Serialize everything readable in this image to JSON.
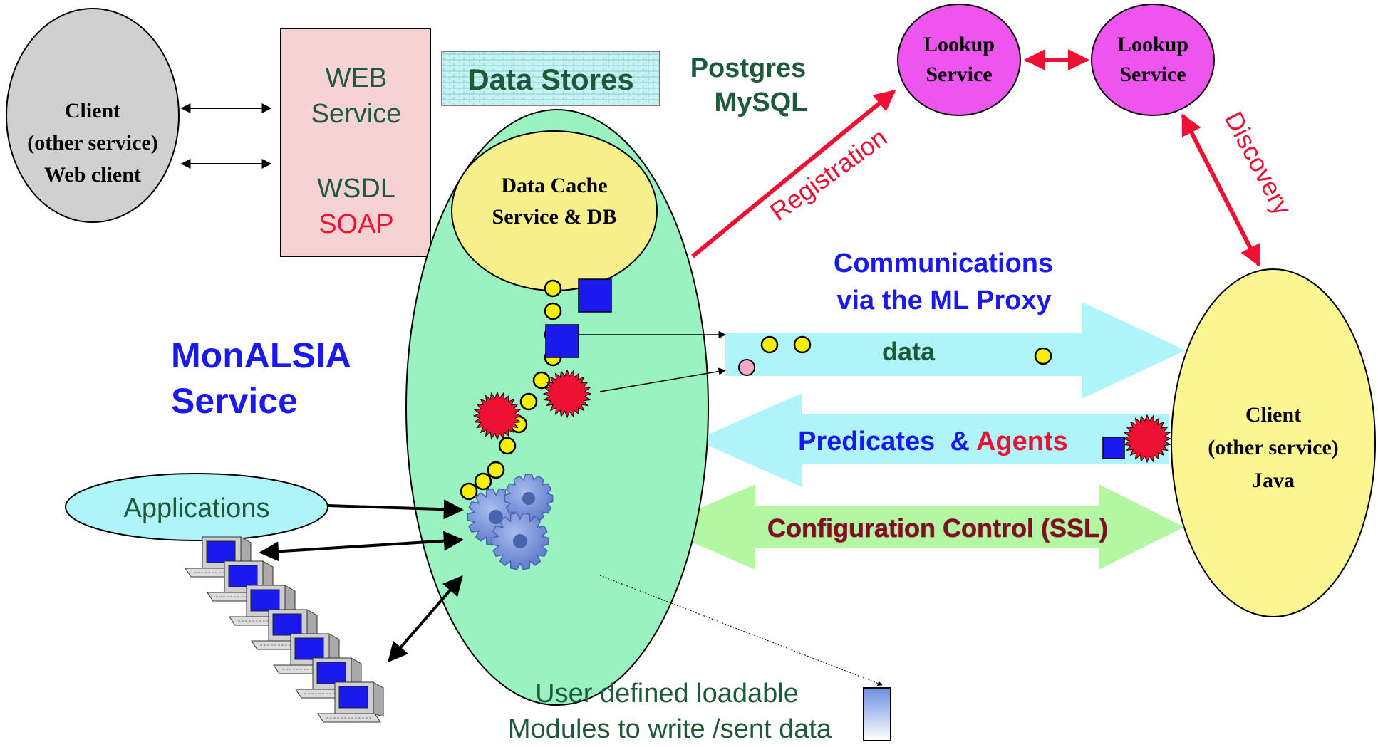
{
  "client_left": {
    "line1": "Client",
    "line2": "(other service)",
    "line3": "Web client"
  },
  "web_service": {
    "line1": "WEB",
    "line2": "Service",
    "line3": "WSDL",
    "line4": "SOAP"
  },
  "data_stores": {
    "label": "Data Stores"
  },
  "databases": {
    "line1": "Postgres",
    "line2": "MySQL"
  },
  "lookup_1": {
    "line1": "Lookup",
    "line2": "Service"
  },
  "lookup_2": {
    "line1": "Lookup",
    "line2": "Service"
  },
  "registration": {
    "label": "Registration"
  },
  "discovery": {
    "label": "Discovery"
  },
  "data_cache": {
    "line1": "Data Cache",
    "line2": "Service & DB"
  },
  "monalisa": {
    "line1": "MonALSIA",
    "line2": "Service"
  },
  "communications": {
    "line1": "Communications",
    "line2": "via the  ML Proxy"
  },
  "data_arrow": {
    "label": "data"
  },
  "predicates": {
    "part1": "Predicates  & ",
    "part2": "Agents"
  },
  "config_control": {
    "label": "Configuration Control (SSL)"
  },
  "client_right": {
    "line1": "Client",
    "line2": "(other service)",
    "line3": "Java"
  },
  "applications": {
    "label": "Applications"
  },
  "user_modules": {
    "line1": "User defined loadable",
    "line2": "Modules to write /sent data"
  },
  "colors": {
    "client_gray": "#d0d0d0",
    "web_service_pink": "#f7d2d2",
    "lookup_magenta": "#ee55ee",
    "monalisa_green": "#99f2c0",
    "cache_yellow": "#f7ef8c",
    "client_right_yellow": "#fbf592",
    "arrow_cyan": "#aef4f8",
    "arrow_green": "#b3f7a3",
    "blue_text": "#1a1aee",
    "red": "#ee1133",
    "dark_green_text": "#1e5a3a",
    "maroon_text": "#7a1020"
  }
}
